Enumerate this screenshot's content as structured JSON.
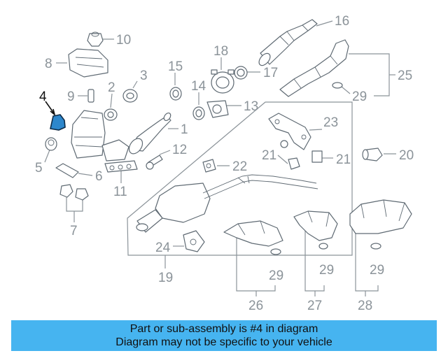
{
  "diagram": {
    "highlighted_part": "4",
    "callouts": [
      "1",
      "2",
      "3",
      "4",
      "5",
      "6",
      "7",
      "8",
      "9",
      "10",
      "11",
      "12",
      "13",
      "14",
      "15",
      "16",
      "17",
      "18",
      "19",
      "20",
      "21",
      "22",
      "23",
      "24",
      "25",
      "26",
      "27",
      "28",
      "29"
    ]
  },
  "banner": {
    "line1": "Part or sub-assembly is #4 in diagram",
    "line2": "Diagram may not be specific to your vehicle"
  }
}
